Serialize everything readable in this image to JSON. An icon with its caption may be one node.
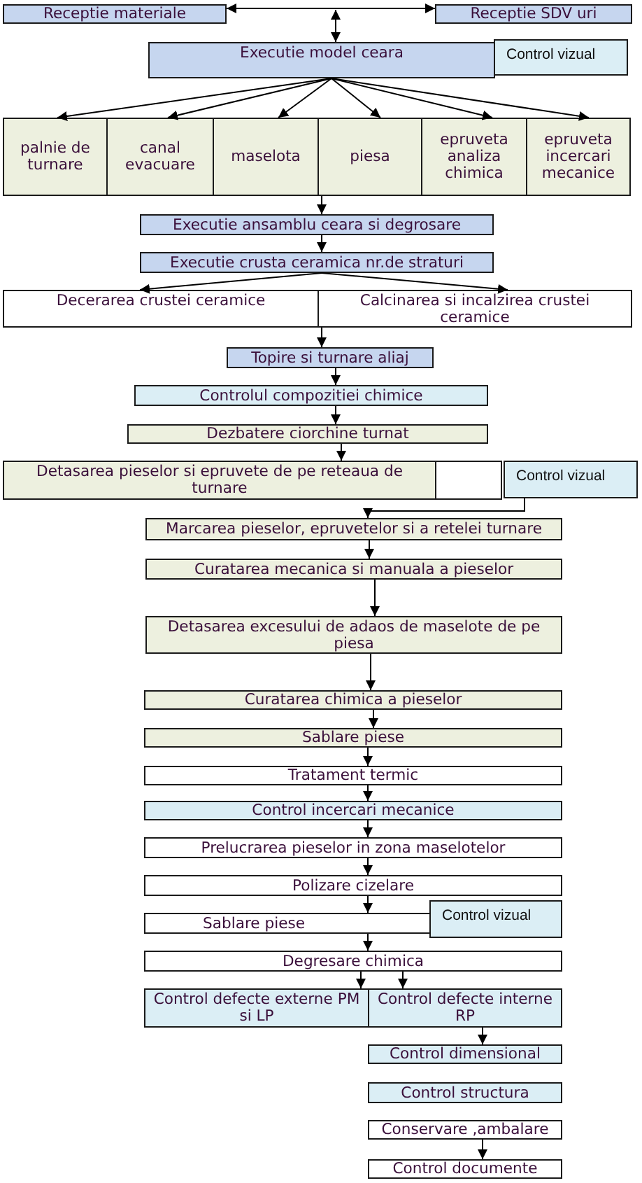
{
  "diagram": {
    "nodes": [
      {
        "text": [
          "Receptie materiale"
        ]
      },
      {
        "text": [
          "Receptie SDV uri"
        ]
      },
      {
        "text": [
          "Executie model ceara"
        ]
      },
      {
        "text": [
          "Control vizual"
        ]
      },
      {
        "text": [
          "palnie de turnare"
        ]
      },
      {
        "text": [
          "canal evacuare"
        ]
      },
      {
        "text": [
          "maselota"
        ]
      },
      {
        "text": [
          "piesa"
        ]
      },
      {
        "text": [
          "epruveta analiza chimica"
        ]
      },
      {
        "text": [
          "epruveta incercari mecanice"
        ]
      },
      {
        "text": [
          "Executie ansamblu ceara si degrosare"
        ]
      },
      {
        "text": [
          "Executie crusta ceramica nr.de straturi"
        ]
      },
      {
        "text": [
          "Decerarea crustei ceramice"
        ]
      },
      {
        "text": [
          "Calcinarea si incalzirea crustei ceramice"
        ]
      },
      {
        "text": [
          "Topire si turnare aliaj"
        ]
      },
      {
        "text": [
          "Controlul compozitiei chimice"
        ]
      },
      {
        "text": [
          "Dezbatere ciorchine turnat"
        ]
      },
      {
        "text": [
          "Detasarea pieselor si epruvete de pe reteaua de turnare"
        ]
      },
      {
        "text": [],
        "shape": "box"
      },
      {
        "text": [
          "Control vizual"
        ]
      },
      {
        "text": [
          "Marcarea pieselor, epruvetelor si a retelei turnare"
        ]
      },
      {
        "text": [
          "Curatarea mecanica si manuala a pieselor"
        ]
      },
      {
        "text": [
          "Detasarea excesului de adaos de maselote de pe piesa"
        ]
      },
      {
        "text": [
          "Curatarea chimica a pieselor"
        ]
      },
      {
        "text": [
          "Sablare piese"
        ]
      },
      {
        "text": [
          "Tratament termic"
        ]
      },
      {
        "text": [
          "Control incercari mecanice"
        ]
      },
      {
        "text": [
          "Prelucrarea pieselor in zona maselotelor"
        ]
      },
      {
        "text": [
          "Polizare cizelare"
        ]
      },
      {
        "text": [
          "Sablare piese"
        ]
      },
      {
        "text": [
          "Control vizual"
        ]
      },
      {
        "text": [
          "Degresare chimica"
        ]
      },
      {
        "text": [
          "Control defecte externe PM si LP"
        ]
      },
      {
        "text": [
          "Control defecte interne RP"
        ]
      },
      {
        "text": [
          "Control dimensional"
        ]
      },
      {
        "text": [
          "Control structura"
        ]
      },
      {
        "text": [
          "Conservare ,ambalare"
        ]
      },
      {
        "text": [
          "Control documente"
        ]
      }
    ],
    "edges": [
      {
        "from": 0,
        "to": 1,
        "arrow": "both"
      },
      {
        "from": null,
        "to": 2,
        "arrow": "both"
      },
      {
        "from": 2,
        "to": 4,
        "arrow": "to"
      },
      {
        "from": 2,
        "to": 5,
        "arrow": "to"
      },
      {
        "from": 2,
        "to": 6,
        "arrow": "to"
      },
      {
        "from": 2,
        "to": 7,
        "arrow": "to"
      },
      {
        "from": 2,
        "to": 8,
        "arrow": "to"
      },
      {
        "from": 2,
        "to": 9,
        "arrow": "to"
      },
      {
        "from": 7,
        "to": 10,
        "arrow": "to"
      },
      {
        "from": 10,
        "to": 11,
        "arrow": "to"
      },
      {
        "from": 11,
        "to": 12,
        "arrow": "to"
      },
      {
        "from": 11,
        "to": 13,
        "arrow": "to"
      },
      {
        "from": 13,
        "to": 14,
        "arrow": "to"
      },
      {
        "from": 14,
        "to": 15,
        "arrow": "to"
      },
      {
        "from": 15,
        "to": 16,
        "arrow": "to"
      },
      {
        "from": 16,
        "to": 17,
        "arrow": "to"
      },
      {
        "from": 19,
        "to": 20,
        "arrow": "to"
      },
      {
        "from": 20,
        "to": 21,
        "arrow": "to"
      },
      {
        "from": 21,
        "to": 22,
        "arrow": "to"
      },
      {
        "from": 22,
        "to": 23,
        "arrow": "to"
      },
      {
        "from": 23,
        "to": 24,
        "arrow": "to"
      },
      {
        "from": 24,
        "to": 25,
        "arrow": "to"
      },
      {
        "from": 25,
        "to": 26,
        "arrow": "to"
      },
      {
        "from": 26,
        "to": 27,
        "arrow": "to"
      },
      {
        "from": 27,
        "to": 28,
        "arrow": "to"
      },
      {
        "from": 28,
        "to": 29,
        "arrow": "to"
      },
      {
        "from": 29,
        "to": 31,
        "arrow": "to"
      },
      {
        "from": 31,
        "to": 32,
        "arrow": "to"
      },
      {
        "from": 31,
        "to": 33,
        "arrow": "to"
      },
      {
        "from": 33,
        "to": 34,
        "arrow": "to"
      },
      {
        "from": 36,
        "to": 37,
        "arrow": "to"
      }
    ]
  }
}
